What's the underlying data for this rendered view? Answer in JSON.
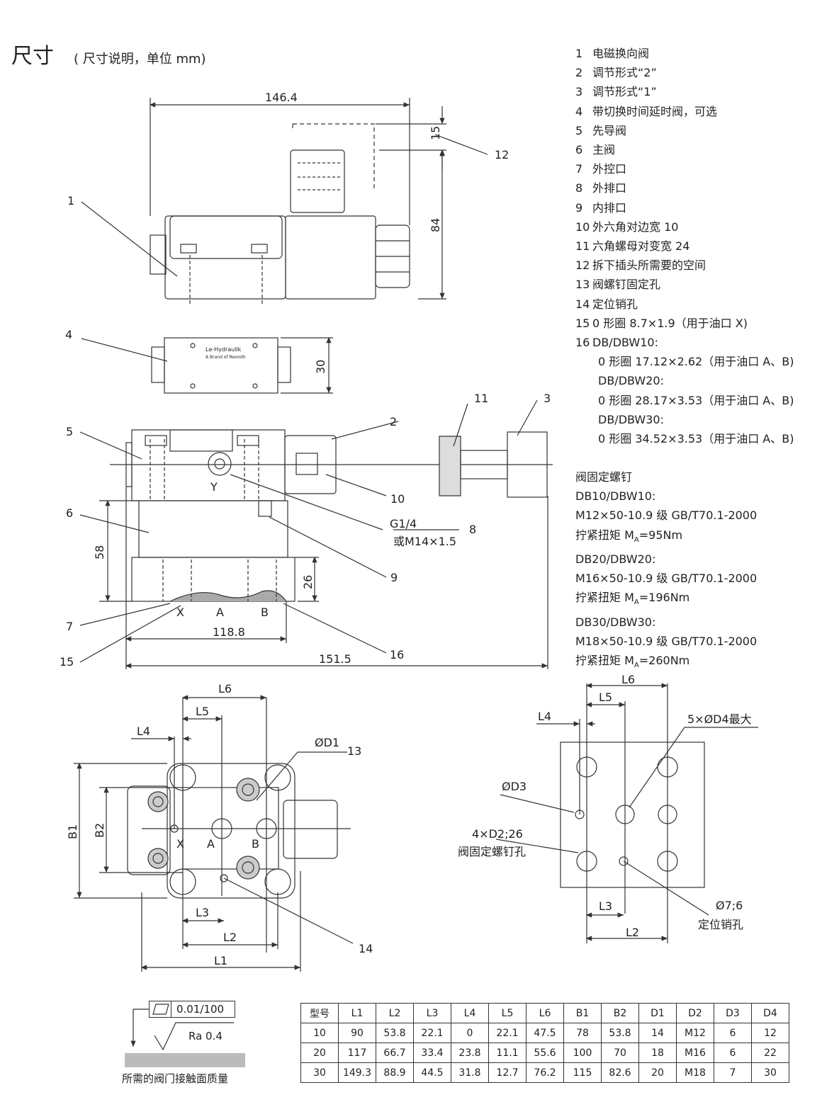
{
  "header": {
    "title": "尺寸",
    "note": "( 尺寸说明，单位 mm)"
  },
  "legend": [
    {
      "num": "1",
      "text": "电磁换向阀"
    },
    {
      "num": "2",
      "text": "调节形式“2”"
    },
    {
      "num": "3",
      "text": "调节形式“1”"
    },
    {
      "num": "4",
      "text": "带切换时间延时阀，可选"
    },
    {
      "num": "5",
      "text": "先导阀"
    },
    {
      "num": "6",
      "text": "主阀"
    },
    {
      "num": "7",
      "text": "外控口"
    },
    {
      "num": "8",
      "text": "外排口"
    },
    {
      "num": "9",
      "text": "内排口"
    },
    {
      "num": "10",
      "text": "外六角对边宽 10"
    },
    {
      "num": "11",
      "text": "六角螺母对变宽 24"
    },
    {
      "num": "12",
      "text": "拆下插头所需要的空间"
    },
    {
      "num": "13",
      "text": "阀螺钉固定孔"
    },
    {
      "num": "14",
      "text": "定位销孔"
    },
    {
      "num": "15",
      "text": "0 形圈 8.7×1.9（用于油口 X)"
    },
    {
      "num": "16",
      "text": "DB/DBW10:"
    }
  ],
  "legend_sub": [
    "0 形圈 17.12×2.62（用于油口 A、B)",
    "DB/DBW20:",
    "0 形圈 28.17×3.53（用于油口 A、B)",
    "DB/DBW30:",
    "0 形圈 34.52×3.53（用于油口 A、B)"
  ],
  "screws": {
    "title": "阀固定螺钉",
    "groups": [
      {
        "model": "DB10/DBW10:",
        "spec": "M12×50-10.9 级 GB/T70.1-2000",
        "torque_label": "拧紧扭矩 M",
        "torque_sub": "A",
        "torque_value": "=95Nm"
      },
      {
        "model": "DB20/DBW20:",
        "spec": "M16×50-10.9 级 GB/T70.1-2000",
        "torque_label": "拧紧扭矩 M",
        "torque_sub": "A",
        "torque_value": "=196Nm"
      },
      {
        "model": "DB30/DBW30:",
        "spec": "M18×50-10.9 级 GB/T70.1-2000",
        "torque_label": "拧紧扭矩 M",
        "torque_sub": "A",
        "torque_value": "=260Nm"
      }
    ]
  },
  "dims": {
    "d146": "146.4",
    "d15": "15",
    "d84": "84",
    "d30": "30",
    "d58": "58",
    "d26": "26",
    "d118": "118.8",
    "d151": "151.5",
    "g14": "G1/4",
    "m14": "或M14×1.5",
    "portY": "Y",
    "portX": "X",
    "portA": "A",
    "portB": "B"
  },
  "callouts": {
    "c1": "1",
    "c2": "2",
    "c3": "3",
    "c4": "4",
    "c5": "5",
    "c6": "6",
    "c7": "7",
    "c8": "8",
    "c9": "9",
    "c10": "10",
    "c11": "11",
    "c12": "12",
    "c13": "13",
    "c14": "14",
    "c15": "15",
    "c16": "16"
  },
  "plan": {
    "L1": "L1",
    "L2": "L2",
    "L3": "L3",
    "L4": "L4",
    "L5": "L5",
    "L6": "L6",
    "B1": "B1",
    "B2": "B2",
    "D1": "ØD1",
    "X": "X",
    "A": "A",
    "B": "B"
  },
  "pattern": {
    "L2": "L2",
    "L3": "L3",
    "L4": "L4",
    "L5": "L5",
    "L6": "L6",
    "D4": "5×ØD4最大",
    "D3": "ØD3",
    "D2": "4×D2;26",
    "D2b": "阀固定螺钉孔",
    "pin": "Ø7;6",
    "pin_label": "定位销孔"
  },
  "quality": {
    "flatness": "0.01/100",
    "roughness": "Ra 0.4",
    "caption": "所需的阀门接触面质量"
  },
  "table": {
    "headers": [
      "型号",
      "L1",
      "L2",
      "L3",
      "L4",
      "L5",
      "L6",
      "B1",
      "B2",
      "D1",
      "D2",
      "D3",
      "D4"
    ],
    "rows": [
      [
        "10",
        "90",
        "53.8",
        "22.1",
        "0",
        "22.1",
        "47.5",
        "78",
        "53.8",
        "14",
        "M12",
        "6",
        "12"
      ],
      [
        "20",
        "117",
        "66.7",
        "33.4",
        "23.8",
        "11.1",
        "55.6",
        "100",
        "70",
        "18",
        "M16",
        "6",
        "22"
      ],
      [
        "30",
        "149.3",
        "88.9",
        "44.5",
        "31.8",
        "12.7",
        "76.2",
        "115",
        "82.6",
        "20",
        "M18",
        "7",
        "30"
      ]
    ]
  }
}
